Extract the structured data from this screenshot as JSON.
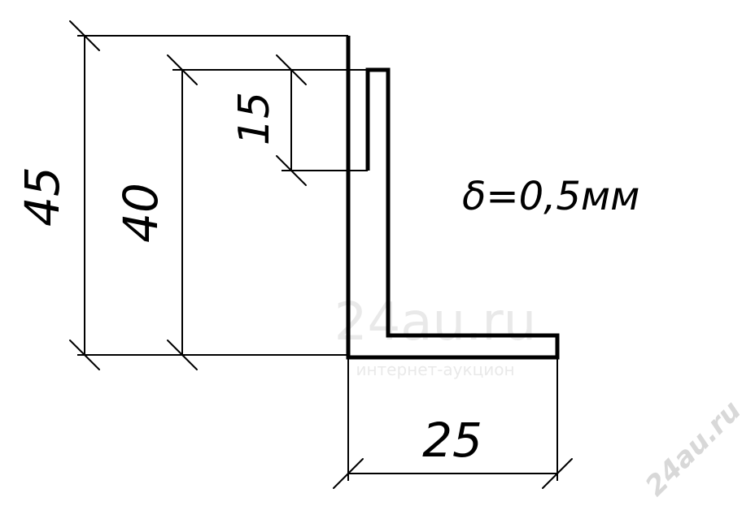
{
  "dimensions": {
    "height_total": "45",
    "height_inner": "40",
    "flange_top": "15",
    "width_bottom": "25"
  },
  "note": {
    "thickness": "δ=0,5мм"
  },
  "watermark": {
    "center_logo": "24au.ru",
    "center_caption": "интернет-аукцион",
    "corner": "24au.ru"
  },
  "colors": {
    "line": "#000000",
    "background": "#ffffff",
    "watermark": "#e9e9e9"
  }
}
